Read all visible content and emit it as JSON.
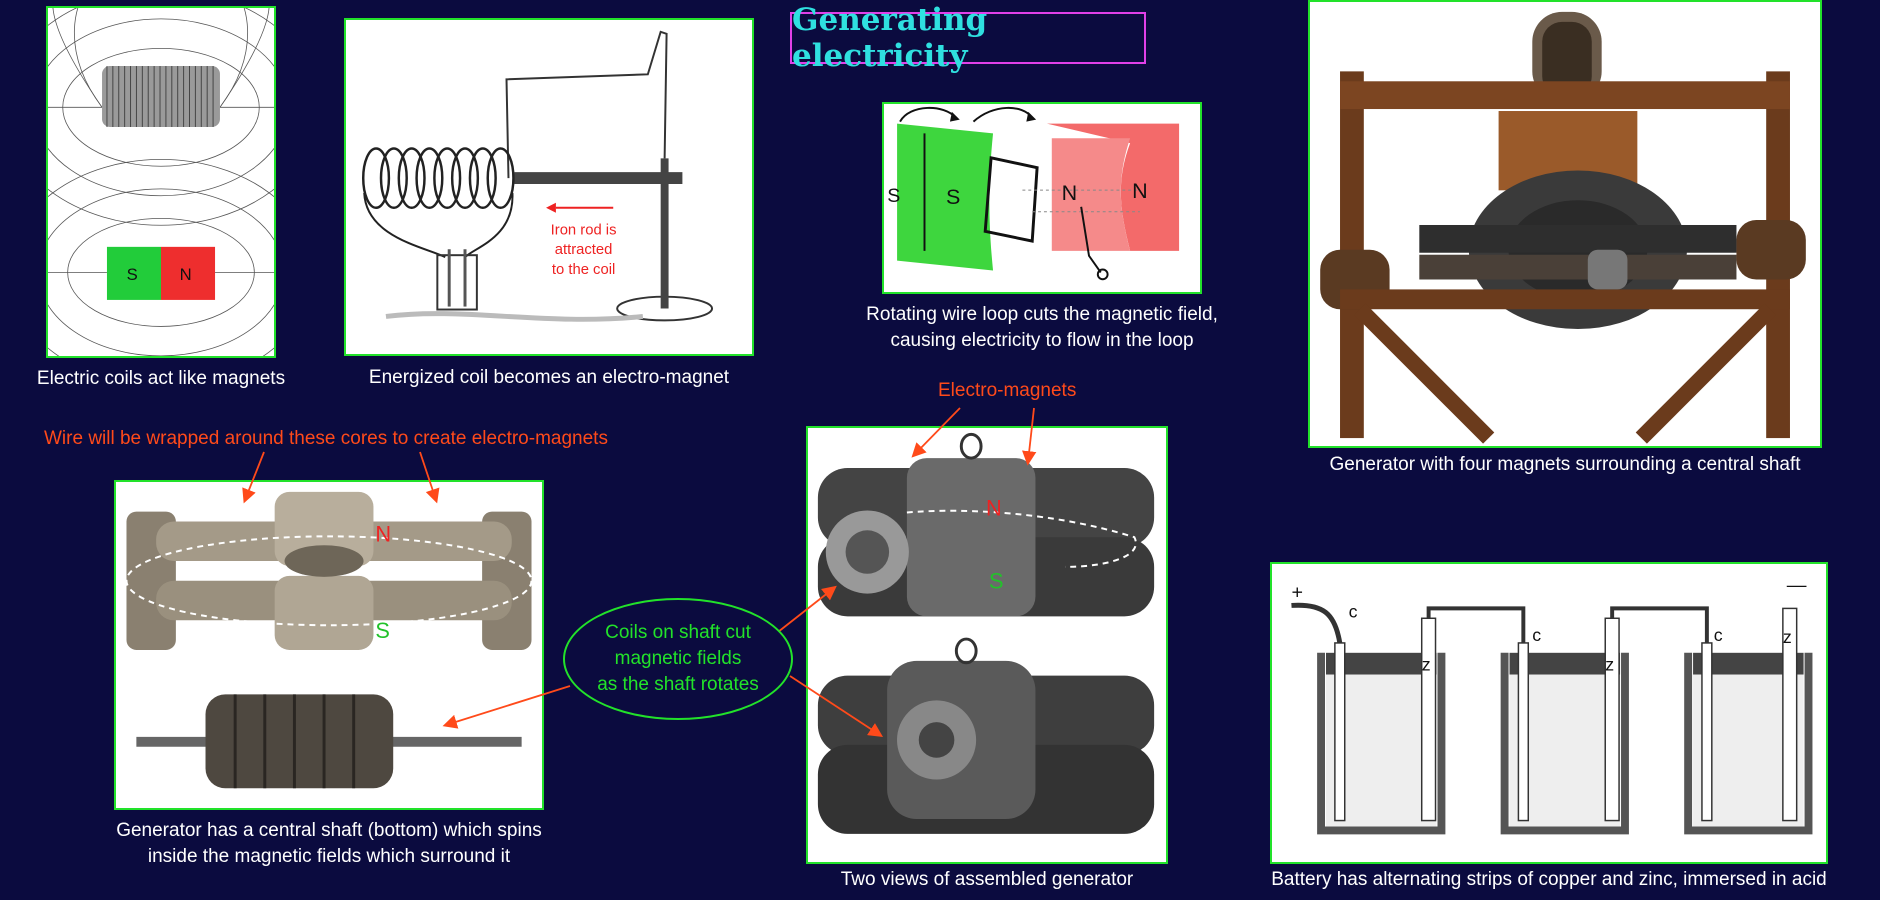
{
  "title": "Generating electricity",
  "panels": {
    "coils": {
      "caption": "Electric coils act like magnets",
      "magnet_s": "S",
      "magnet_n": "N"
    },
    "electromagnet": {
      "caption": "Energized coil becomes an electro-magnet",
      "note_line1": "Iron rod is",
      "note_line2": "attracted",
      "note_line3": "to the coil"
    },
    "loop": {
      "caption_line1": "Rotating wire loop cuts the magnetic field,",
      "caption_line2": "causing electricity to flow in the loop",
      "label_s_left": "S",
      "label_s": "S",
      "label_n_inner": "N",
      "label_n": "N"
    },
    "frame_generator": {
      "caption": "Generator with four magnets surrounding a central shaft"
    },
    "cores": {
      "heading": "Wire will be wrapped around these cores to create electro-magnets",
      "caption_line1": "Generator has a central shaft (bottom) which spins",
      "caption_line2": "inside the magnetic fields which surround it",
      "label_n": "N",
      "label_s": "S"
    },
    "assembled": {
      "heading": "Electro-magnets",
      "caption": "Two views of assembled generator",
      "label_n": "N",
      "label_s": "S"
    },
    "battery": {
      "caption": "Battery has alternating strips of copper and zinc, immersed in acid",
      "plus": "+",
      "minus": "—",
      "c1": "c",
      "z1": "z",
      "c2": "c",
      "z2": "z",
      "c3": "c",
      "z3": "z"
    }
  },
  "callout": {
    "line1": "Coils on shaft cut",
    "line2": "magnetic fields",
    "line3": "as the shaft rotates"
  },
  "colors": {
    "background": "#0b0b3f",
    "panel_border": "#22e22a",
    "title": "#2fe0e0",
    "title_border": "#e040e8",
    "annotation_red": "#ff4a1a",
    "callout_green": "#22e22a"
  }
}
